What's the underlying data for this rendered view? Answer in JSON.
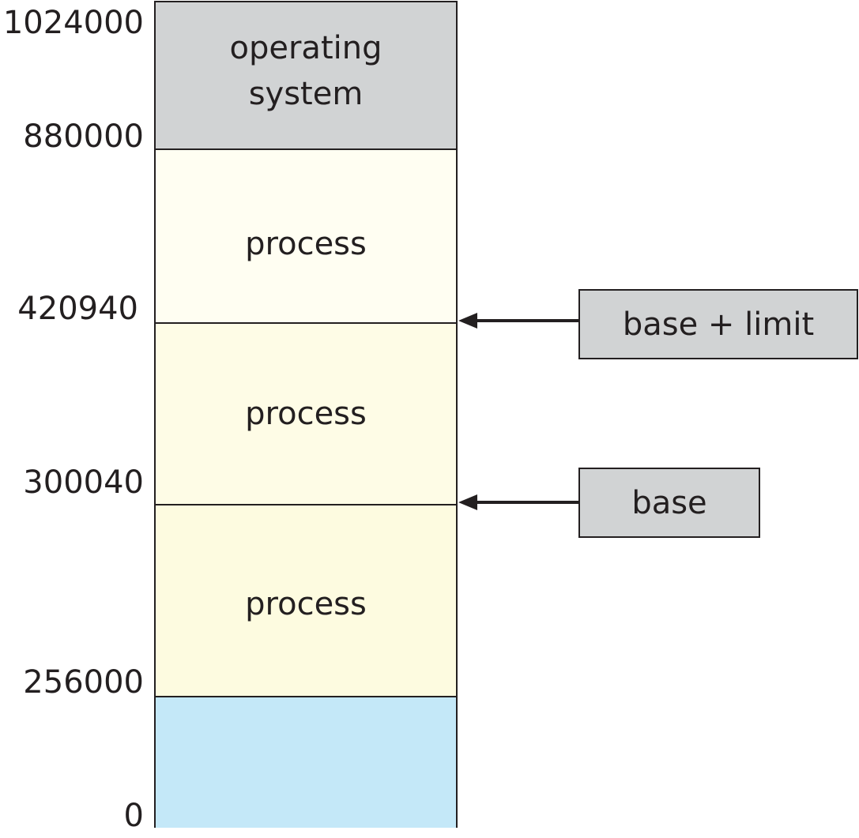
{
  "colors": {
    "os": "#d1d3d4",
    "process_top": "#fffef2",
    "process_mid": "#fefce6",
    "process_bottom": "#fdfbe0",
    "bottom_region": "#c4e8f8",
    "register": "#d1d3d4",
    "line": "#231f20"
  },
  "memory": {
    "segments": [
      {
        "label": "operating\nsystem"
      },
      {
        "label": "process"
      },
      {
        "label": "process"
      },
      {
        "label": "process"
      },
      {
        "label": ""
      }
    ],
    "addresses": [
      "1024000",
      "880000",
      "420940",
      "300040",
      "256000",
      "0"
    ]
  },
  "registers": {
    "limit_label": "base + limit",
    "base_label": "base"
  }
}
